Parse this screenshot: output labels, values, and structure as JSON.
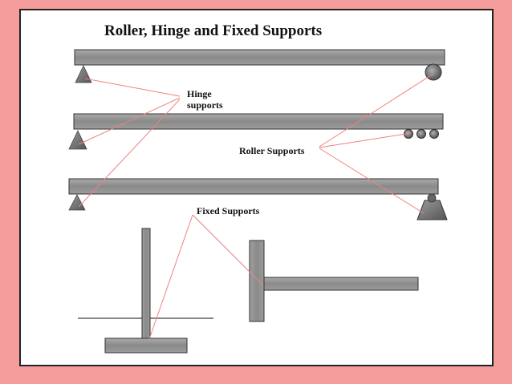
{
  "title": "Roller, Hinge and Fixed Supports",
  "labels": {
    "hinge_line1": "Hinge",
    "hinge_line2": "supports",
    "roller": "Roller Supports",
    "fixed": "Fixed Supports"
  },
  "colors": {
    "background": "#f59c9c",
    "beam": "#8f8f8f",
    "support": "#6e6e6e",
    "leader": "#f08080"
  }
}
